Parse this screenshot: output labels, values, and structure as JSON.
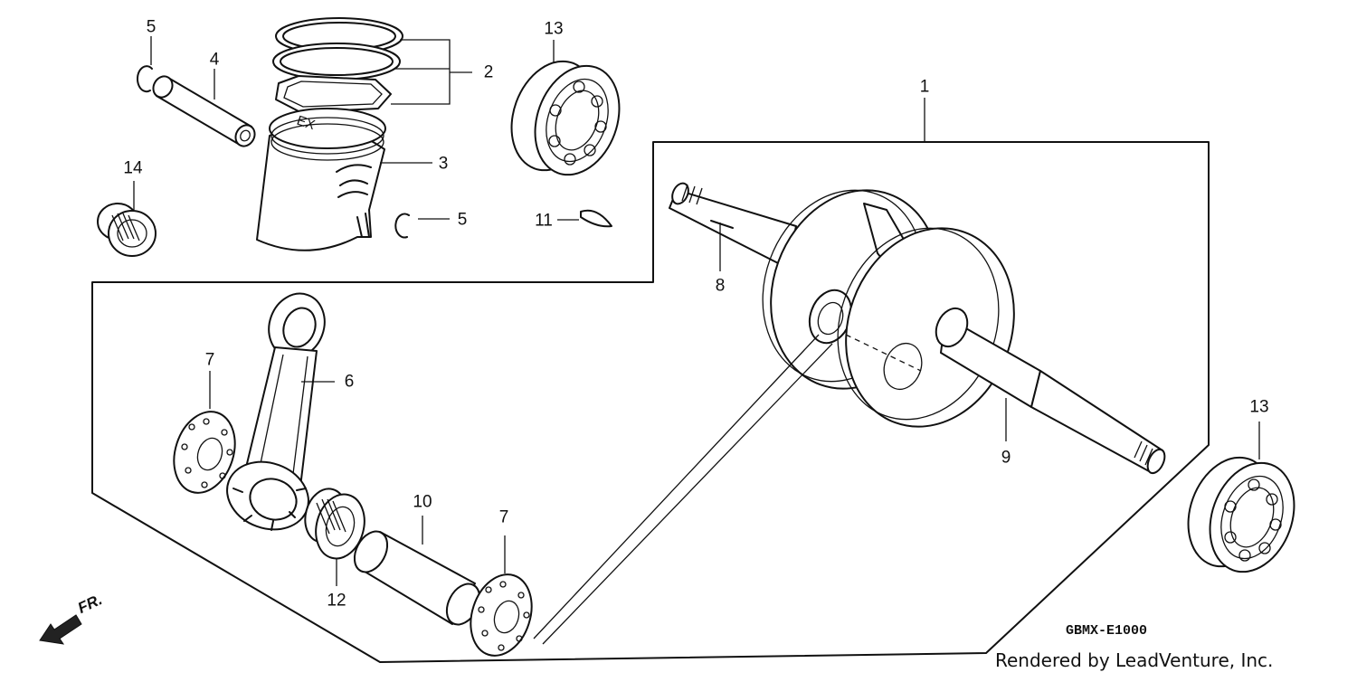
{
  "diagram": {
    "labels": {
      "l1": "1",
      "l2": "2",
      "l3": "3",
      "l4": "4",
      "l5a": "5",
      "l5b": "5",
      "l6": "6",
      "l7a": "7",
      "l7b": "7",
      "l8": "8",
      "l9": "9",
      "l10": "10",
      "l11": "11",
      "l12": "12",
      "l13a": "13",
      "l13b": "13",
      "l14": "14"
    },
    "piston_mark": "EX",
    "direction_label": "FR.",
    "diagram_code": "GBMX-E1000",
    "credit": "Rendered by LeadVenture, Inc."
  }
}
